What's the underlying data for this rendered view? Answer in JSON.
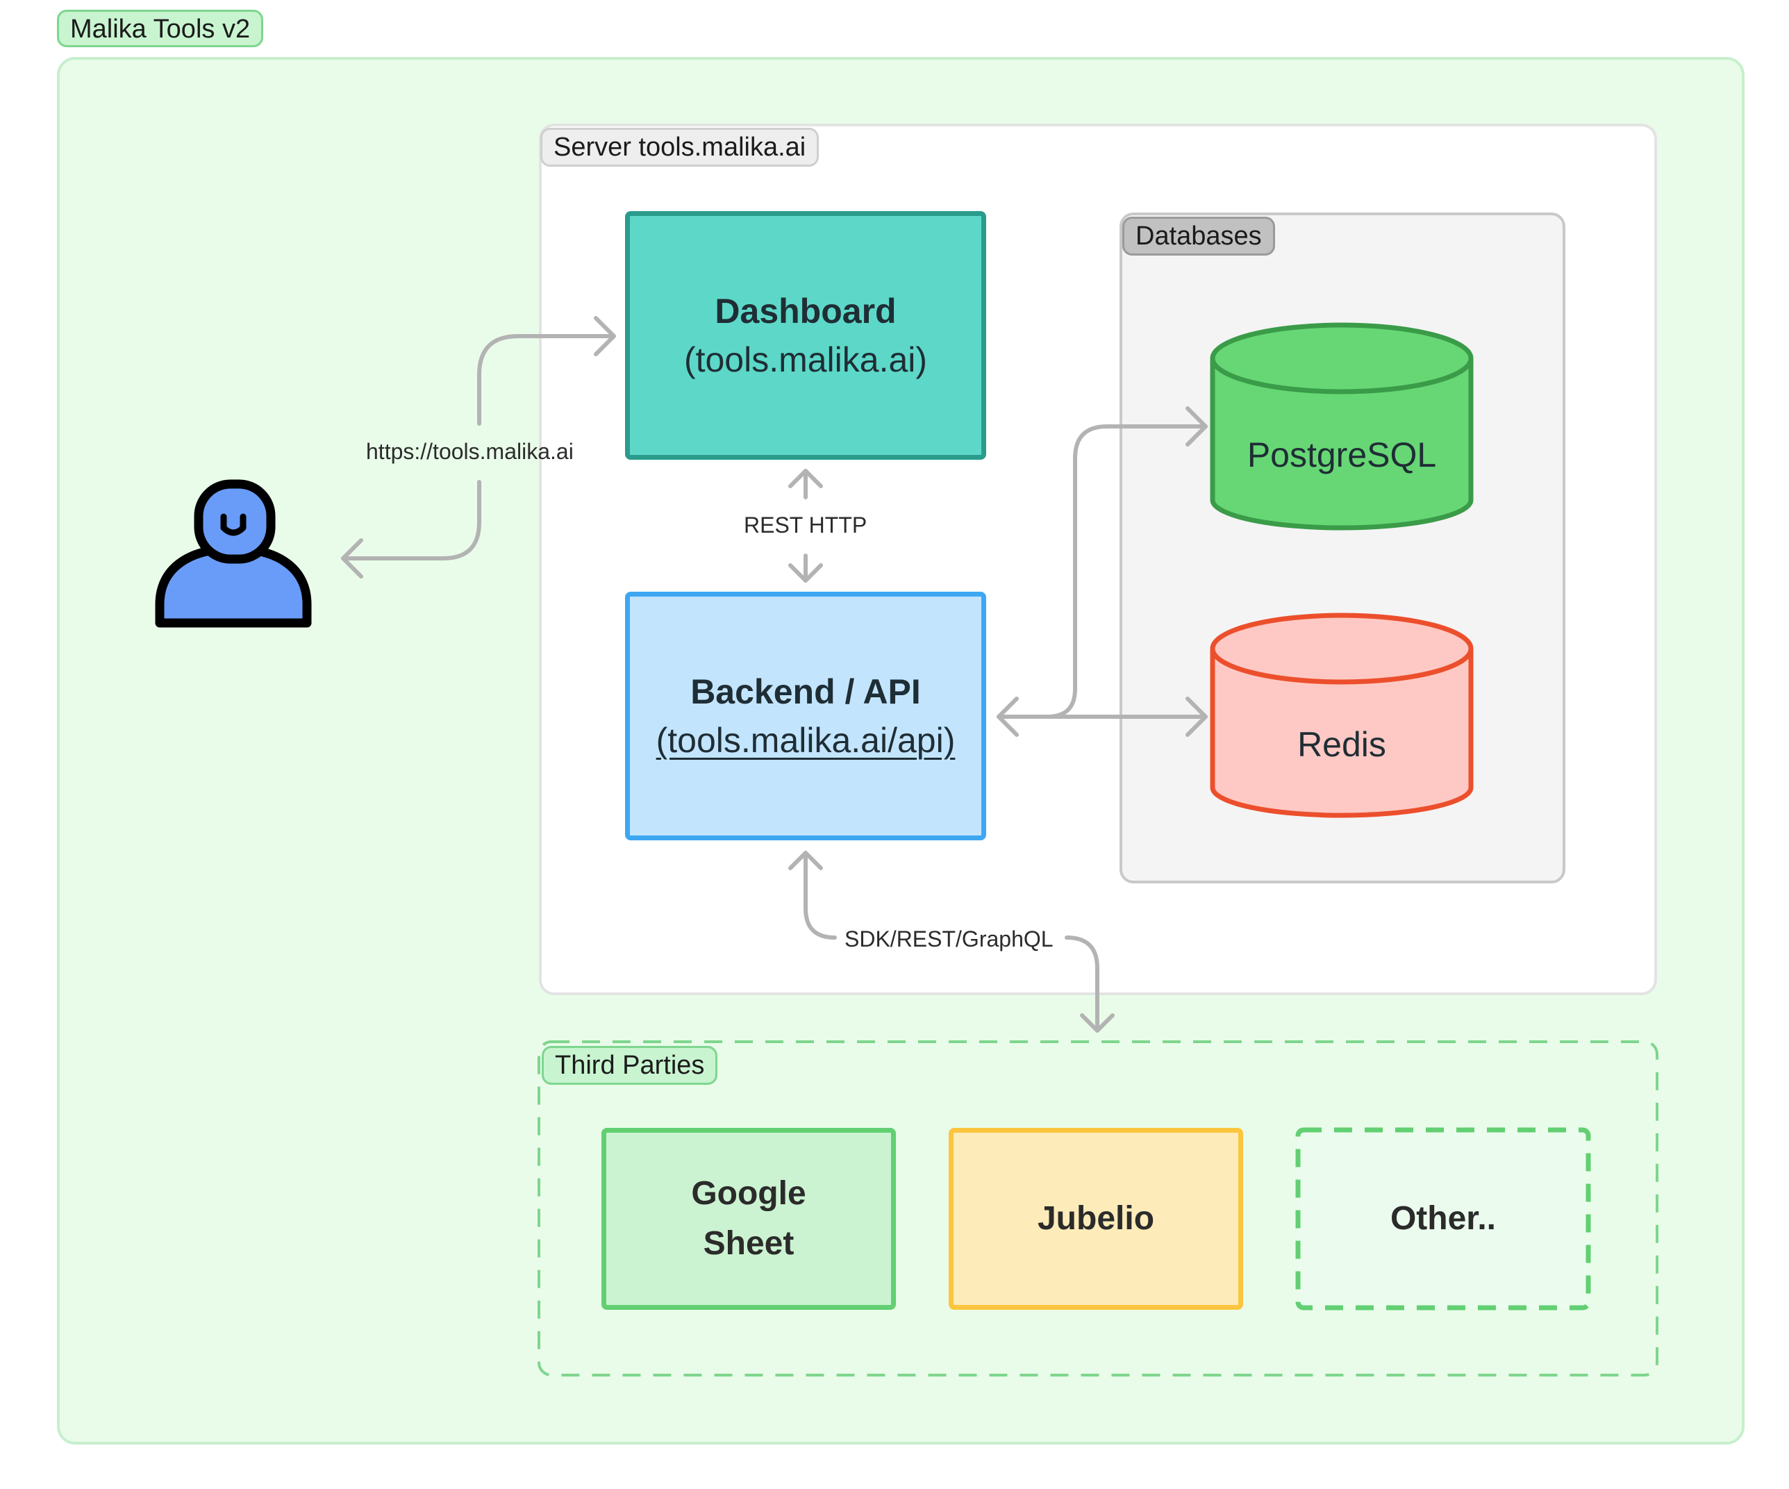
{
  "frames": {
    "outer_title": "Malika Tools v2",
    "server_title": "Server tools.malika.ai",
    "databases_title": "Databases",
    "third_parties_title": "Third Parties"
  },
  "nodes": {
    "user": {
      "icon": "user-icon"
    },
    "dashboard": {
      "title": "Dashboard",
      "subtitle": "(tools.malika.ai)"
    },
    "backend": {
      "title": "Backend / API",
      "subtitle": "(tools.malika.ai/api)"
    },
    "postgresql": {
      "label": "PostgreSQL"
    },
    "redis": {
      "label": "Redis"
    },
    "google_sheet": {
      "label": "Google Sheet"
    },
    "jubelio": {
      "label": "Jubelio"
    },
    "other": {
      "label": "Other.."
    }
  },
  "edges": {
    "user_dashboard": "https://tools.malika.ai",
    "dashboard_backend": "REST HTTP",
    "backend_third_parties": "SDK/REST/GraphQL"
  },
  "colors": {
    "outer_bg": "#e9fce9",
    "dashboard": "#5dd8c8",
    "backend": "#c2e5fd",
    "postgresql": "#66d774",
    "redis": "#fec9c4",
    "google_sheet": "#ccf3d1",
    "jubelio": "#fdecb9",
    "user": "#699cf8",
    "arrow": "#b3b3b3"
  }
}
